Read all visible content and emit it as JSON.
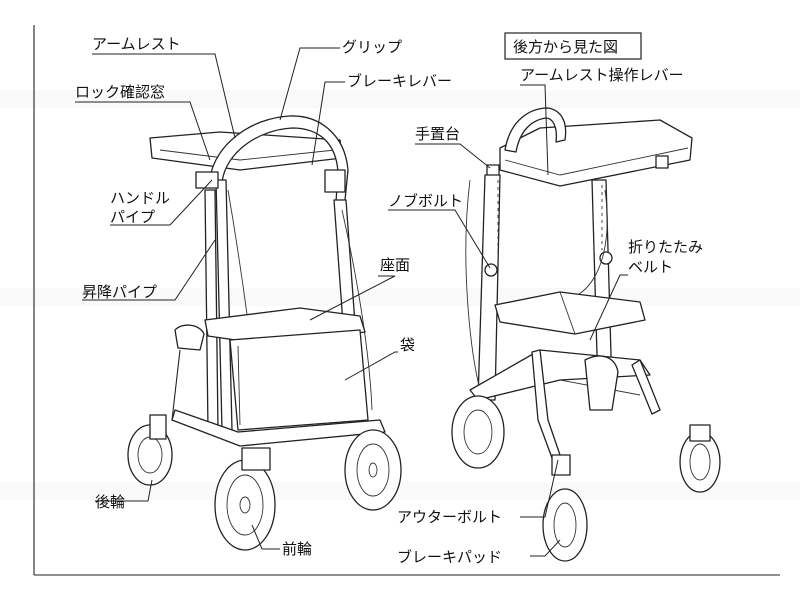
{
  "view_box_label": "後方から見た図",
  "labels": {
    "armrest": "アームレスト",
    "grip": "グリップ",
    "lock_window": "ロック確認窓",
    "brake_lever": "ブレーキレバー",
    "handle_pipe_line1": "ハンドル",
    "handle_pipe_line2": "パイプ",
    "lift_pipe": "昇降パイプ",
    "seat": "座面",
    "bag": "袋",
    "rear_wheel": "後輪",
    "front_wheel": "前輪",
    "armrest_lever": "アームレスト操作レバー",
    "hand_rest": "手置台",
    "knob_bolt": "ノブボルト",
    "folding_belt_line1": "折りたたみ",
    "folding_belt_line2": "ベルト",
    "outer_bolt": "アウターボルト",
    "brake_pad": "ブレーキパッド"
  }
}
